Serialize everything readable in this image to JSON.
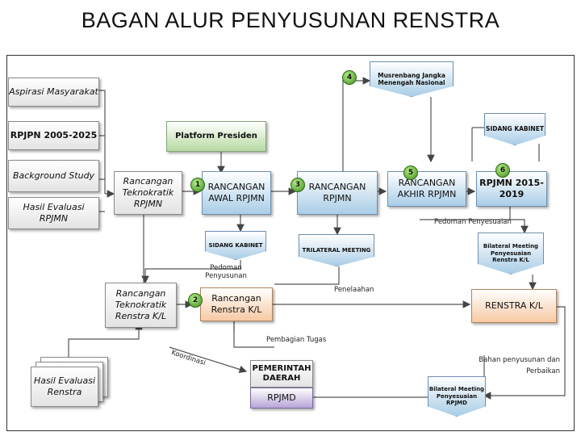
{
  "title": "BAGAN ALUR PENYUSUNAN RENSTRA",
  "nodes": {
    "aspirasi": "Aspirasi Masyarakat",
    "rpjpn": "RPJPN 2005-2025",
    "background": "Background Study",
    "hasil_evaluasi_rpjmn": "Hasil Evaluasi RPJMN",
    "platform": "Platform Presiden",
    "rancangan_teknokratik_rpjmn": "Rancangan Teknokratik RPJMN",
    "rancangan_awal": "RANCANGAN AWAL RPJMN",
    "rancangan_rpjmn": "RANCANGAN RPJMN",
    "rancangan_akhir": "RANCANGAN AKHIR RPJMN",
    "rpjmn_final": "RPJMN 2015-2019",
    "musrenbang": "Musrenbang Jangka Menengah Nasional",
    "sidang_kabinet_top": "SIDANG KABINET",
    "sidang_kabinet_mid": "SIDANG KABINET",
    "trilateral": "TRILATERAL MEETING",
    "bilateral_top": "Bilateral Meeting Penyesuaian Renstra K/L",
    "rancangan_teknokratik_renstra": "Rancangan Teknokratik Renstra K/L",
    "rancangan_renstra": "Rancangan Renstra K/L",
    "renstra": "RENSTRA K/L",
    "hasil_evaluasi_renstra": "Hasil Evaluasi Renstra",
    "pemda": "PEMERINTAH DAERAH",
    "rpjmd": "RPJMD",
    "bilateral_bottom": "Bilateral Meeting Penyesuaian RPJMD"
  },
  "badges": {
    "b1": "1",
    "b2": "2",
    "b3": "3",
    "b4": "4",
    "b5": "5",
    "b6": "6"
  },
  "labels": {
    "pedoman_penyesuaian": "Pedoman Penyesuaian",
    "pedoman_penyusunan": "Pedoman Penyusunan",
    "penelaahan": "Penelaahan",
    "pembagian_tugas": "Pembagian Tugas",
    "koordinasi": "Koordinasi",
    "bahan_penyusunan": "Bahan penyusunan dan Perbaikan"
  }
}
